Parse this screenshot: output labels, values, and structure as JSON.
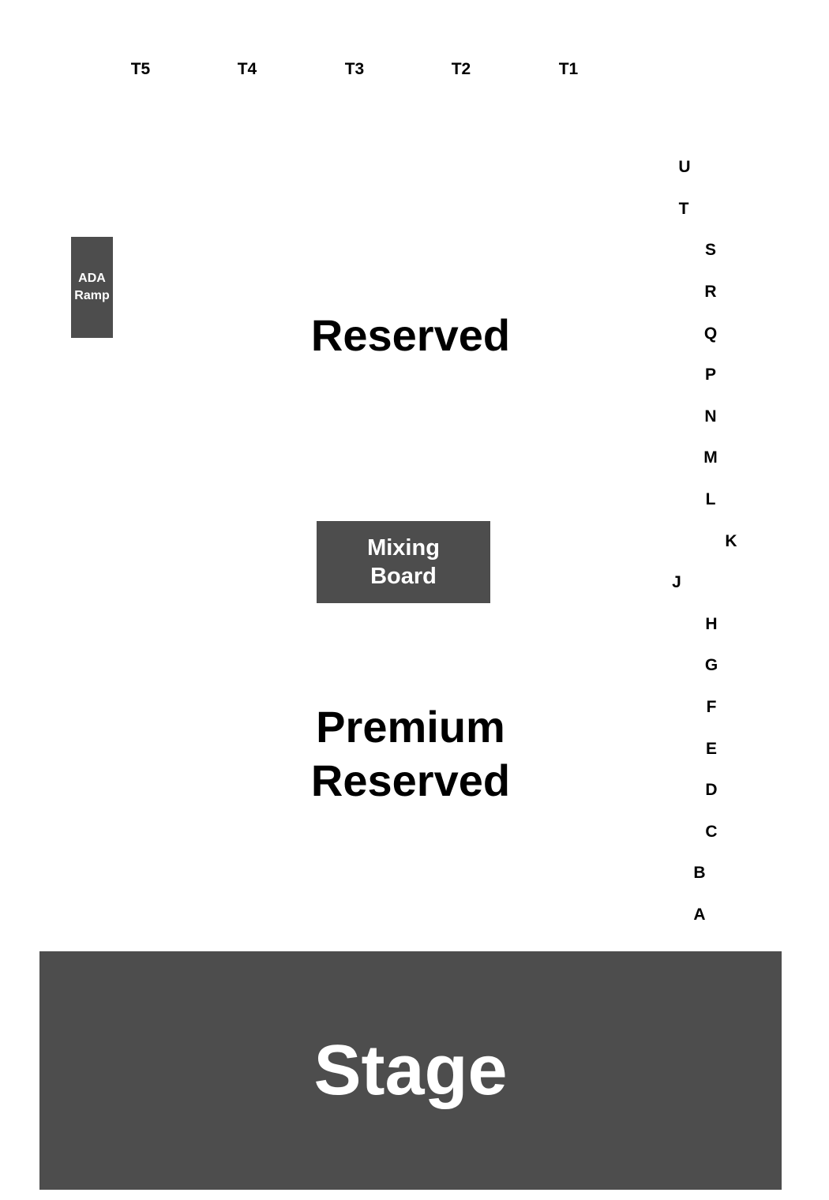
{
  "tables": [
    "T5",
    "T4",
    "T3",
    "T2",
    "T1"
  ],
  "rows": [
    "U",
    "T",
    "S",
    "R",
    "Q",
    "P",
    "N",
    "M",
    "L",
    "K",
    "J",
    "H",
    "G",
    "F",
    "E",
    "D",
    "C",
    "B",
    "A"
  ],
  "ada_ramp": {
    "line1": "ADA",
    "line2": "Ramp"
  },
  "mixing_board": {
    "line1": "Mixing",
    "line2": "Board"
  },
  "sections": {
    "reserved": "Reserved",
    "premium_line1": "Premium",
    "premium_line2": "Reserved"
  },
  "stage": "Stage",
  "colors": {
    "block_fill": "#4d4d4d",
    "block_text": "#ffffff",
    "label_text": "#000000"
  }
}
